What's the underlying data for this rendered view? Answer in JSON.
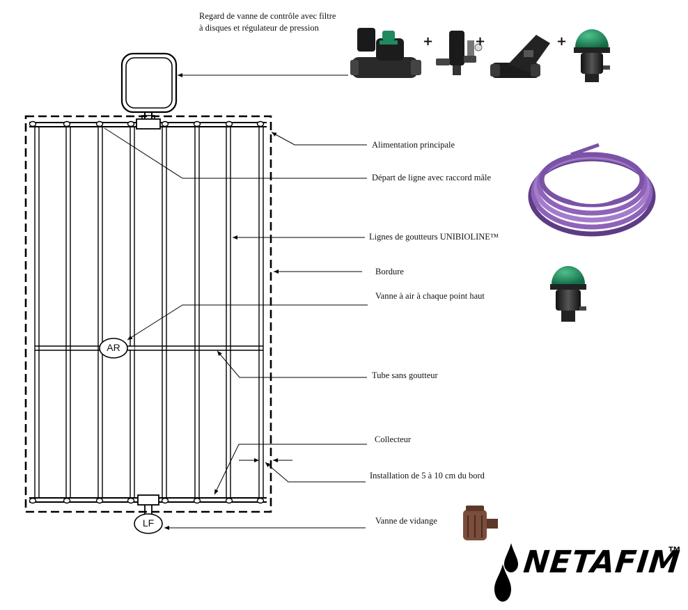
{
  "header": {
    "line1": "Regard de vanne de contrôle avec filtre",
    "line2": "à disques et régulateur de pression"
  },
  "plus_sign": "+",
  "labels": {
    "main_supply": "Alimentation principale",
    "line_start": "Départ de ligne avec raccord mâle",
    "dripper_lines": "Lignes de  goutteurs UNIBIOLINE™",
    "border": "Bordure",
    "air_valve": "Vanne à air à chaque point haut",
    "blank_tube": "Tube sans goutteur",
    "collector": "Collecteur",
    "installation": "Installation de 5 à 10 cm du bord",
    "drain_valve": "Vanne de vidange"
  },
  "markers": {
    "air_release": "AR",
    "line_flush": "LF"
  },
  "brand": {
    "name": "NETAFIM",
    "trademark": "TM",
    "color": "#000000"
  },
  "colors": {
    "tube_purple": "#8e63b8",
    "tube_purple_dark": "#5d3c86",
    "air_valve_green": "#1f8a5e",
    "drain_valve_brown": "#7a4e3b",
    "product_black": "#2a2a2a"
  }
}
